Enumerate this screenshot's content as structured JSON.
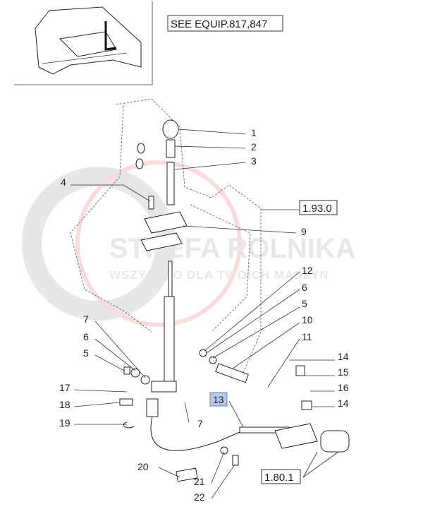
{
  "reference_note": "SEE EQUIP.817,847",
  "watermark": {
    "title": "STREFA ROLNIKA",
    "subtitle": "WSZYSTKO DLA TWOICH MASZYN"
  },
  "references": {
    "ref_1": "1.93.0",
    "ref_2": "1.80.1"
  },
  "callouts": {
    "c1": "1",
    "c2": "2",
    "c3": "3",
    "c4": "4",
    "c9": "9",
    "c12": "12",
    "c6r": "6",
    "c5r": "5",
    "c10": "10",
    "c11": "11",
    "c7l": "7",
    "c6l": "6",
    "c5l": "5",
    "c14a": "14",
    "c15": "15",
    "c16": "16",
    "c14b": "14",
    "c17": "17",
    "c18": "18",
    "c19": "19",
    "c13": "13",
    "c7b": "7",
    "c20": "20",
    "c21": "21",
    "c22": "22"
  },
  "colors": {
    "highlight": "#b8c8ec",
    "watermark_red": "#e88",
    "watermark_gray": "#ccc"
  }
}
